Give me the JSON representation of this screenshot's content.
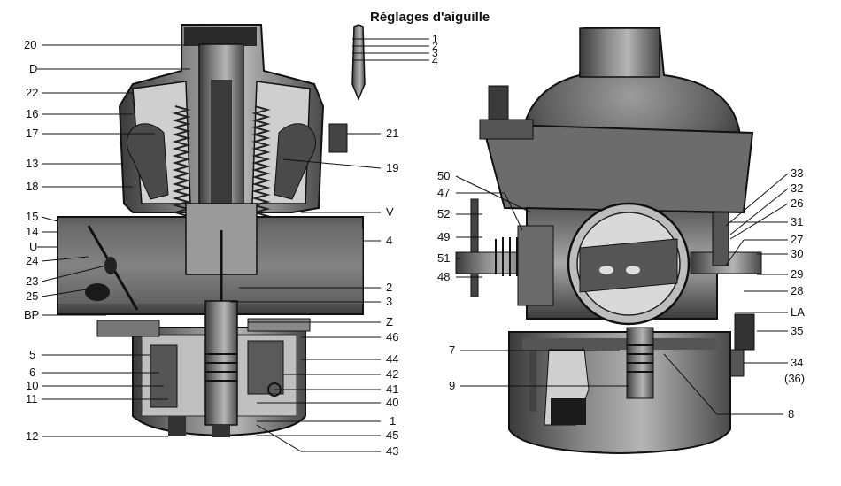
{
  "title": "Réglages d'aiguille",
  "needle_positions": [
    "1",
    "2",
    "3",
    "4"
  ],
  "left_side_labels": [
    "20",
    "D",
    "22",
    "16",
    "17",
    "13",
    "18",
    "15",
    "14",
    "U",
    "24",
    "23",
    "25",
    "BP",
    "5",
    "6",
    "10",
    "11",
    "12"
  ],
  "left_right_labels": [
    "21",
    "19",
    "V",
    "4",
    "2",
    "3",
    "Z",
    "46",
    "44",
    "42",
    "41",
    "40",
    "1",
    "45",
    "43"
  ],
  "right_left_labels": [
    "50",
    "47",
    "52",
    "49",
    "51",
    "48",
    "7",
    "9"
  ],
  "right_right_labels": [
    "33",
    "32",
    "26",
    "31",
    "27",
    "30",
    "29",
    "28",
    "LA",
    "35",
    "34",
    "(36)",
    "8"
  ]
}
